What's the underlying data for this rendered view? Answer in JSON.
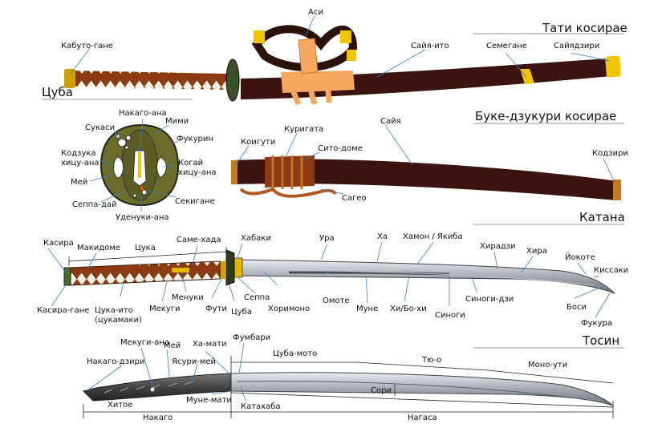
{
  "headings": {
    "tachi": "Тати косирае",
    "tsuba": "Цуба",
    "buke": "Буке-дзукури косирае",
    "katana": "Катана",
    "tosin": "Тосин"
  },
  "labels": {
    "kabutogane": "Кабуто-гане",
    "asi": "Аси",
    "sayaito": "Сайя-ито",
    "semegane": "Семегане",
    "sayadziri": "Сайядзири",
    "nakagoana": "Накаго-ана",
    "mimi": "Мими",
    "sukasi": "Сукаси",
    "fukurin": "Фукурин",
    "kodzuka": "Кодзука\nхицу-ана",
    "kogai": "Когай\nхицу-ана",
    "mei_tsuba": "Мей",
    "sekigane": "Секигане",
    "seppadai": "Сеппа-дай",
    "udenukiana": "Уденуки-ана",
    "sayia": "Сайя",
    "koiguti": "Коигути",
    "kurigata": "Куригата",
    "sitodome": "Сито-доме",
    "sageo": "Сагео",
    "kodziri": "Кодзири",
    "kasira": "Касира",
    "makidome": "Макидоме",
    "tsuka": "Цука",
    "samehada": "Саме-хада",
    "habaki": "Хабаки",
    "ura": "Ура",
    "ha": "Ха",
    "hamon": "Хамон / Якиба",
    "hiradzi": "Хирадзи",
    "hira": "Хира",
    "yokote": "Йокоте",
    "kissaki": "Киссаки",
    "kasiragane": "Касира-гане",
    "tsukaito": "Цука-ито\n(цукамаки)",
    "menuki": "Менуки",
    "menukigi": "Мекуги",
    "futi": "Фути",
    "seppa": "Сеппа",
    "tsuba_k": "Цуба",
    "horimono": "Хоримоно",
    "omote": "Омоте",
    "mune": "Муне",
    "hibohi": "Хи/Бо-хи",
    "sinogi": "Синоги",
    "sinogidzi": "Синоги-дзи",
    "bosi": "Боси",
    "fukura": "Фукура",
    "mekugiana": "Мекуги-ана",
    "mei_n": "Мей",
    "hamati": "Ха-мати",
    "fumbari": "Фумбари",
    "nakagodziri": "Накаго-дзири",
    "yasurimei": "Ясури-мей",
    "tsubamoto": "Цуба-мото",
    "tyuo": "Тю-о",
    "monouti": "Моно-ути",
    "sori": "Сори",
    "hitoe": "Хитое",
    "munemati": "Муне-мати",
    "katahaba": "Катахаба",
    "nakago": "Накаго",
    "nagasa": "Нагаса"
  },
  "colors": {
    "leader": "#3a7fc8",
    "saya": "#3b1410",
    "brass": "#f0c400",
    "wrap": "#8b3a12",
    "tsuba_plate": "#6b6b2a",
    "sageo": "#f4a860",
    "blade": "#8a8f99"
  }
}
